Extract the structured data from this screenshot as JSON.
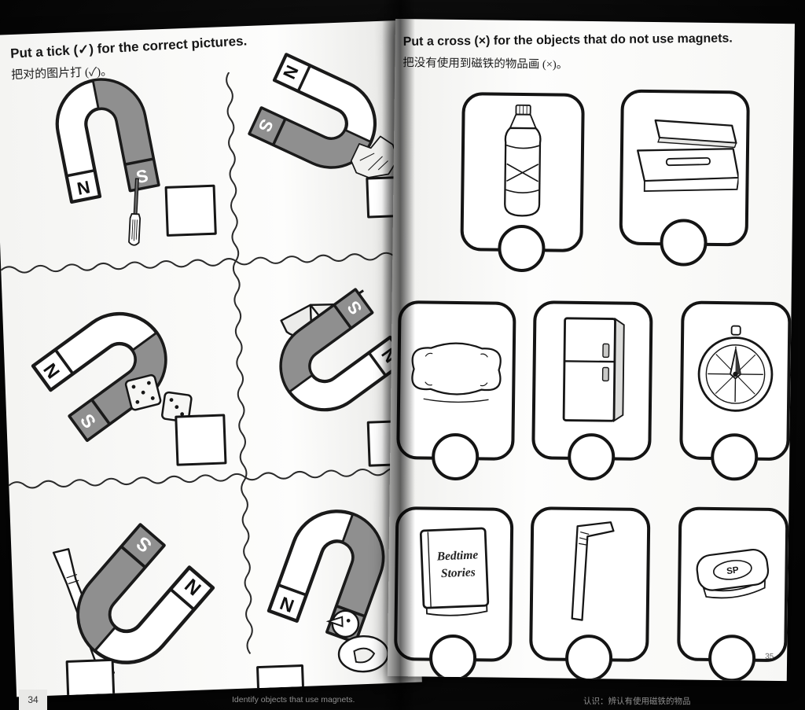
{
  "magnet": {
    "north": "N",
    "south": "S"
  },
  "left_page": {
    "title": "Put a tick (✓) for the correct pictures.",
    "subtitle_cn": "把对的图片打 (✓)。",
    "cells": [
      {
        "object": "magnet-with-screwdriver"
      },
      {
        "object": "magnet-with-cloth"
      },
      {
        "object": "magnet-with-dice"
      },
      {
        "object": "magnet-with-spectacles"
      },
      {
        "object": "magnet-with-straw"
      },
      {
        "object": "magnet-with-rubber-duck"
      }
    ]
  },
  "right_page": {
    "title": "Put a cross (×) for the objects that do not use magnets.",
    "subtitle_cn": "把没有使用到磁铁的物品画 (×)。",
    "page_number": "35",
    "cards": [
      {
        "object": "plastic-bottle"
      },
      {
        "object": "pencil-case"
      },
      {
        "object": "pillow"
      },
      {
        "object": "refrigerator"
      },
      {
        "object": "compass"
      },
      {
        "object": "storybook"
      },
      {
        "object": "bendy-straw"
      },
      {
        "object": "bar-of-soap"
      }
    ],
    "book_title_line1": "Bedtime",
    "book_title_line2": "Stories",
    "soap_label": "SP"
  },
  "footer": {
    "left_tab_page_number": "34",
    "caption_en": "Identify objects that use magnets.",
    "caption_cn": "认识：辨认有使用磁铁的物品"
  }
}
